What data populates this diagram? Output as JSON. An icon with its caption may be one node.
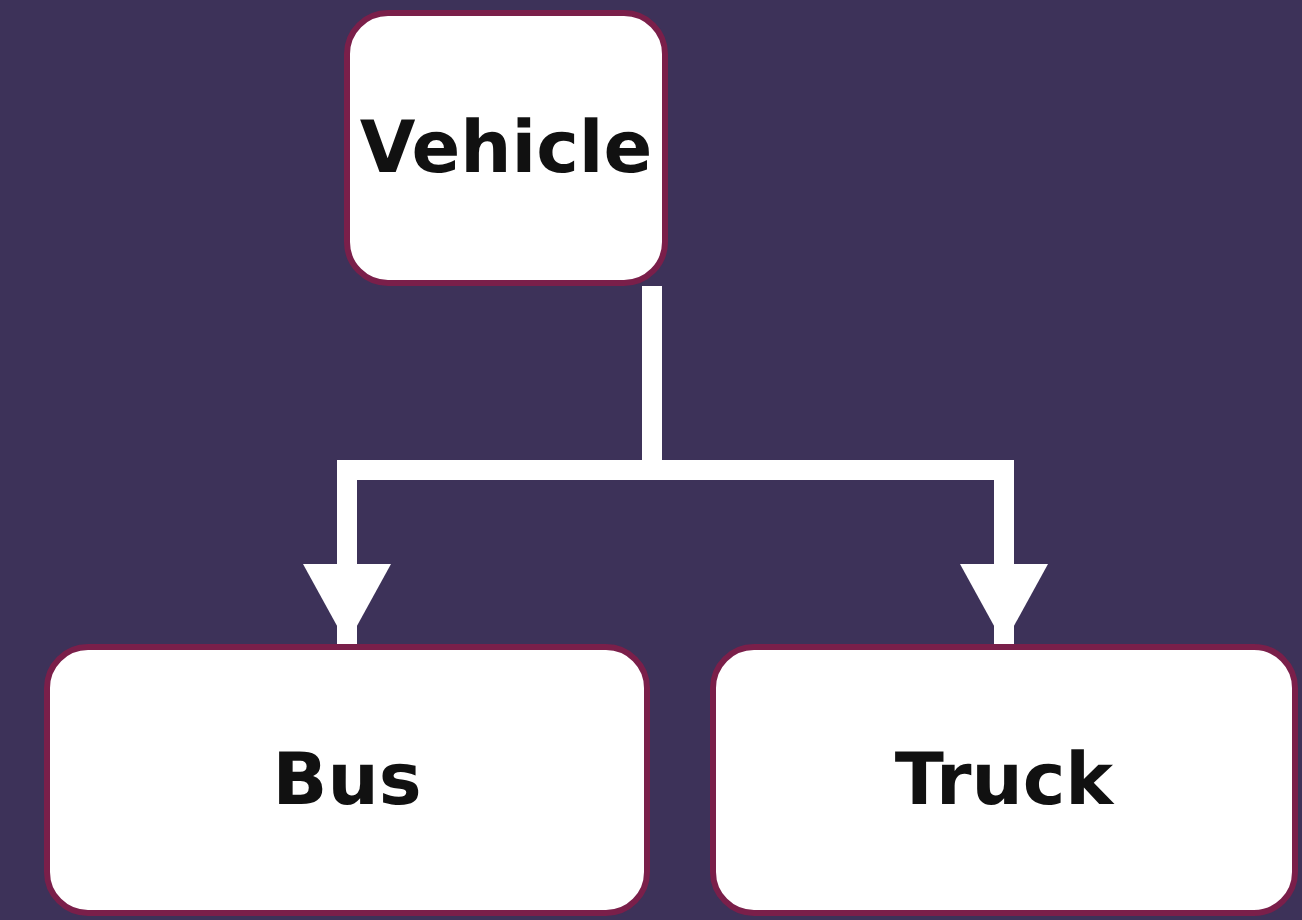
{
  "diagram": {
    "nodes": [
      {
        "text": [
          "Vehicle"
        ]
      },
      {
        "text": [
          "Bus"
        ]
      },
      {
        "text": [
          "Truck"
        ]
      }
    ],
    "edges": [
      {
        "from": 0,
        "to": 1,
        "arrow": "to"
      },
      {
        "from": 0,
        "to": 2,
        "arrow": "to"
      }
    ]
  }
}
